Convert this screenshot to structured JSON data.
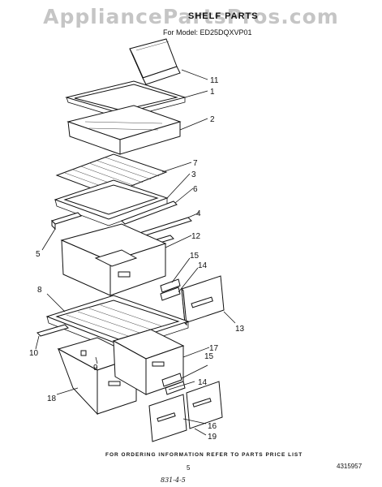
{
  "watermark": "AppliancePartsPros.com",
  "title": "SHELF PARTS",
  "model_line": "For Model: ED25DQXVP01",
  "callouts": [
    {
      "id": "c11",
      "label": "11"
    },
    {
      "id": "c1",
      "label": "1"
    },
    {
      "id": "c2",
      "label": "2"
    },
    {
      "id": "c7",
      "label": "7"
    },
    {
      "id": "c3",
      "label": "3"
    },
    {
      "id": "c6",
      "label": "6"
    },
    {
      "id": "c4",
      "label": "4"
    },
    {
      "id": "c12",
      "label": "12"
    },
    {
      "id": "c5",
      "label": "5"
    },
    {
      "id": "c15a",
      "label": "15"
    },
    {
      "id": "c14a",
      "label": "14"
    },
    {
      "id": "c8",
      "label": "8"
    },
    {
      "id": "c13",
      "label": "13"
    },
    {
      "id": "c17",
      "label": "17"
    },
    {
      "id": "c10",
      "label": "10"
    },
    {
      "id": "c9",
      "label": "9"
    },
    {
      "id": "c15b",
      "label": "15"
    },
    {
      "id": "c14b",
      "label": "14"
    },
    {
      "id": "c18",
      "label": "18"
    },
    {
      "id": "c16",
      "label": "16"
    },
    {
      "id": "c19",
      "label": "19"
    }
  ],
  "footer": "FOR ORDERING INFORMATION REFER TO PARTS PRICE LIST",
  "page_number": "5",
  "doc_number": "4315957",
  "handwritten_note": "831-4-5"
}
